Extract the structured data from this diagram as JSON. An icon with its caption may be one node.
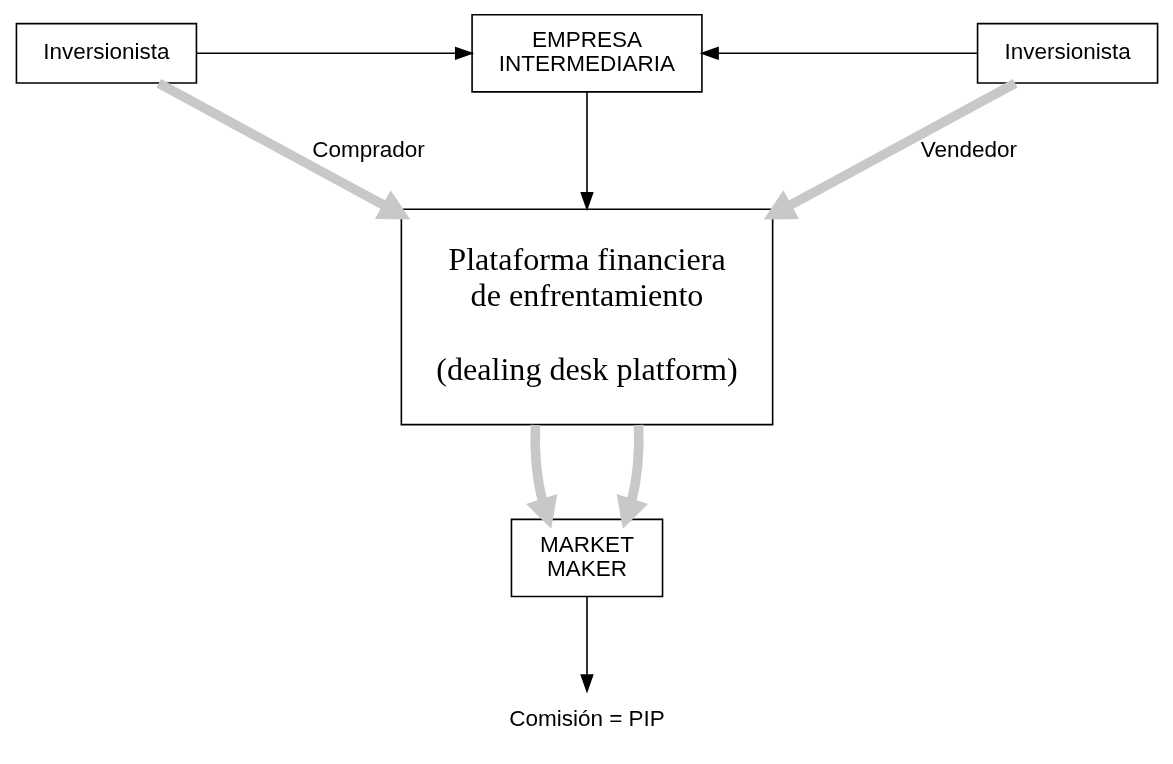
{
  "diagram": {
    "nodes": [
      {
        "text": [
          "Inversionista"
        ]
      },
      {
        "text": [
          "EMPRESA INTERMEDIARIA"
        ]
      },
      {
        "text": [
          "Inversionista"
        ]
      },
      {
        "text": [
          "Plataforma financiera de enfrentamiento",
          "(dealing desk platform)"
        ]
      },
      {
        "text": [
          "MARKET MAKER"
        ]
      },
      {
        "text": [
          "Comisión = PIP"
        ]
      }
    ],
    "edges": [
      {
        "from": 0,
        "to": 1,
        "arrow": "to"
      },
      {
        "from": 2,
        "to": 1,
        "arrow": "to"
      },
      {
        "from": 1,
        "to": 3,
        "arrow": "to"
      },
      {
        "from": 0,
        "to": 3,
        "arrow": "to",
        "label": "Comprador",
        "style": "thick",
        "color": "#c8c8c8"
      },
      {
        "from": 2,
        "to": 3,
        "arrow": "to",
        "label": "Vendedor",
        "style": "thick",
        "color": "#c8c8c8"
      },
      {
        "from": 3,
        "to": 4,
        "arrow": "to",
        "style": "thick",
        "color": "#c8c8c8"
      },
      {
        "from": 3,
        "to": 4,
        "arrow": "to",
        "style": "thick",
        "color": "#c8c8c8"
      },
      {
        "from": 4,
        "to": 5,
        "arrow": "to"
      }
    ]
  }
}
